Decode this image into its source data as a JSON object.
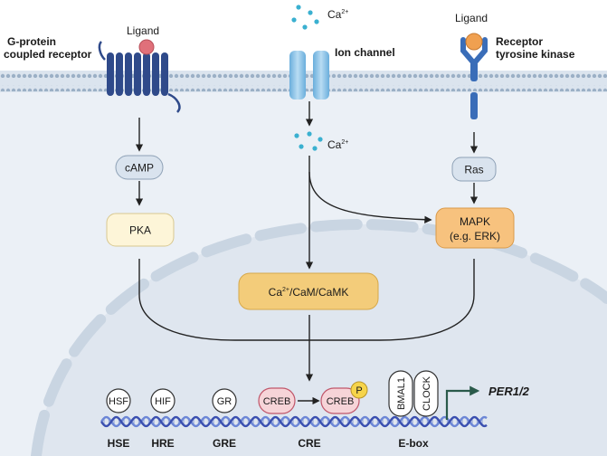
{
  "labels": {
    "ligand_left": "Ligand",
    "ligand_right": "Ligand",
    "gpcr_line1": "G-protein",
    "gpcr_line2": "coupled receptor",
    "ion_channel": "Ion channel",
    "rtk_line1": "Receptor",
    "rtk_line2": "tyrosine kinase",
    "ca_base": "Ca",
    "ca_charge": "2+"
  },
  "nodes": {
    "camp": "cAMP",
    "pka": "PKA",
    "ras": "Ras",
    "mapk_line1": "MAPK",
    "mapk_line2": "(e.g. ERK)",
    "camk_ca": "Ca",
    "camk_charge": "2+",
    "camk_rest": "/CaM/CaMK"
  },
  "dna": {
    "proteins": {
      "hsf": "HSF",
      "hif": "HIF",
      "gr": "GR",
      "creb": "CREB",
      "creb_p": "CREB",
      "phospho": "P",
      "bmal1": "BMAL1",
      "clock": "CLOCK"
    },
    "elements": {
      "hse": "HSE",
      "hre": "HRE",
      "gre": "GRE",
      "cre": "CRE",
      "ebox": "E-box"
    },
    "gene": "PER1/2"
  },
  "colors": {
    "membrane": "#b7c5d6",
    "cytoplasm": "#ebf0f6",
    "nucleus": "#dfe6ef",
    "receptor": "#2f4a8a",
    "rtk": "#3a6db8",
    "ligand_gpcr": "#e0707a",
    "ligand_rtk": "#f0a050",
    "calcium": "#3ab0d0",
    "node_blue": "#d9e3ee",
    "node_cream": "#fdf5d8",
    "node_gold": "#f3cc7a",
    "node_orange": "#f7c27e",
    "creb_fill": "#f6d4d8",
    "creb_stroke": "#c0566a",
    "phospho": "#f6d44a",
    "dna_a": "#3a4fb0",
    "dna_b": "#6c86d6",
    "gene_arrow": "#2a5a4a"
  }
}
